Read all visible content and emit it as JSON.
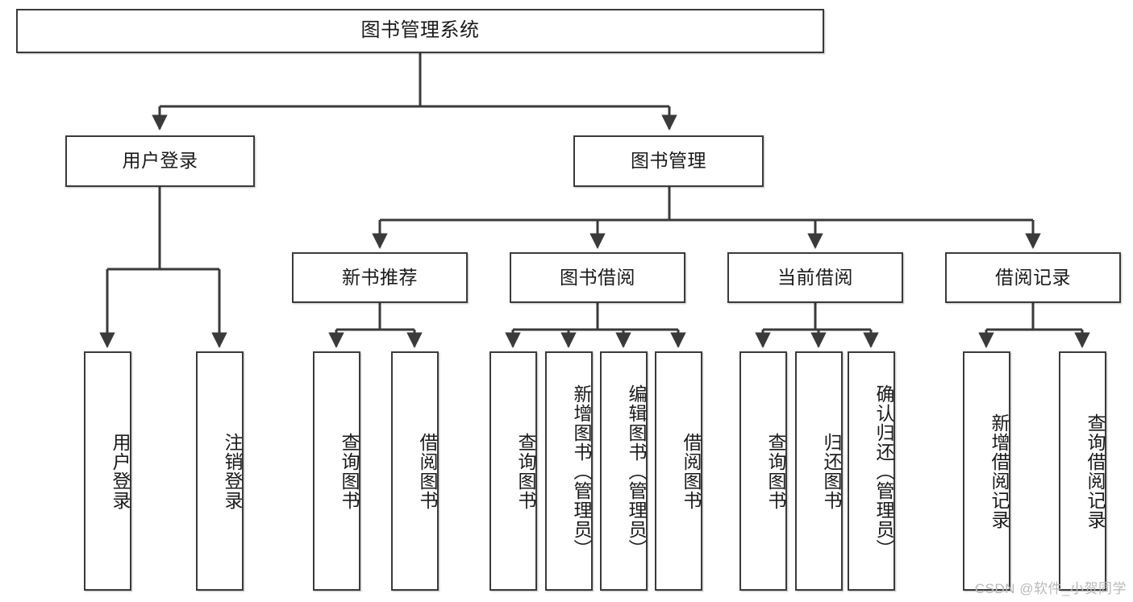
{
  "diagram": {
    "title": "图书管理系统",
    "type": "tree",
    "style": {
      "stroke": "#3a3a3a",
      "fill": "#ffffff",
      "text": "#1a1a1a",
      "watermark_color": "#b9b9b9"
    },
    "root": {
      "label": "图书管理系统"
    },
    "level2": [
      {
        "label": "用户登录"
      },
      {
        "label": "图书管理"
      }
    ],
    "level3": [
      {
        "label": "新书推荐"
      },
      {
        "label": "图书借阅"
      },
      {
        "label": "当前借阅"
      },
      {
        "label": "借阅记录"
      }
    ],
    "leaves": {
      "user_login": [
        {
          "label": "用户登录"
        },
        {
          "label": "注销登录"
        }
      ],
      "new_book": [
        {
          "label": "查询图书"
        },
        {
          "label": "借阅图书"
        }
      ],
      "book_borrow": [
        {
          "label": "查询图书"
        },
        {
          "label": "新增图书（管理员）"
        },
        {
          "label": "编辑图书（管理员）"
        },
        {
          "label": "借阅图书"
        }
      ],
      "current_borrow": [
        {
          "label": "查询图书"
        },
        {
          "label": "归还图书"
        },
        {
          "label": "确认归还（管理员）"
        }
      ],
      "borrow_record": [
        {
          "label": "新增借阅记录"
        },
        {
          "label": "查询借阅记录"
        }
      ]
    }
  },
  "watermark": {
    "text": "CSDN @软件_小贺同学"
  }
}
